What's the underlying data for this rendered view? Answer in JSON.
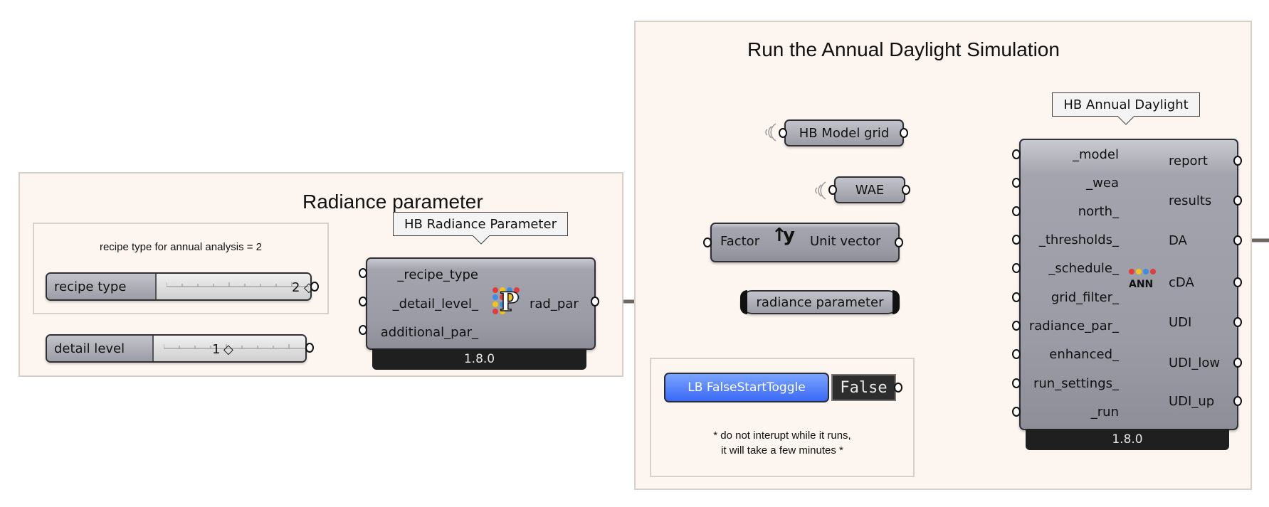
{
  "groups": {
    "radiance": {
      "title": "Radiance parameter",
      "note": "recipe type for annual analysis = 2"
    },
    "annual": {
      "title": "Run the Annual Daylight Simulation",
      "note_line1": "* do not interupt while it runs,",
      "note_line2": "it will take a few minutes *"
    }
  },
  "sliders": {
    "recipe_type": {
      "label": "recipe type",
      "value": "2"
    },
    "detail_level": {
      "label": "detail level",
      "value": "1"
    }
  },
  "radiance_component": {
    "tooltip": "HB Radiance Parameter",
    "inputs": [
      "_recipe_type",
      "_detail_level_",
      "additional_par_"
    ],
    "outputs": [
      "rad_par"
    ],
    "icon_letter": "P",
    "version": "1.8.0"
  },
  "params": {
    "model_grid": "HB Model grid",
    "wae": "WAE",
    "radiance_parameter": "radiance parameter"
  },
  "unit_vector": {
    "input": "Factor",
    "glyph": "y",
    "output": "Unit vector"
  },
  "toggle": {
    "label": "LB FalseStartToggle",
    "value": "False"
  },
  "annual_component": {
    "tooltip": "HB Annual Daylight",
    "inputs": [
      "_model",
      "_wea",
      "north_",
      "_thresholds_",
      "_schedule_",
      "grid_filter_",
      "radiance_par_",
      "enhanced_",
      "run_settings_",
      "_run"
    ],
    "outputs": [
      "report",
      "results",
      "DA",
      "cDA",
      "UDI",
      "UDI_low",
      "UDI_up"
    ],
    "icon_text": "ANN",
    "version": "1.8.0"
  },
  "colors": {
    "wire": "#6e6560",
    "group_fill": "#fdf5ef",
    "group_border": "#d6d0cb",
    "toggle_blue": "#3b69f5"
  }
}
